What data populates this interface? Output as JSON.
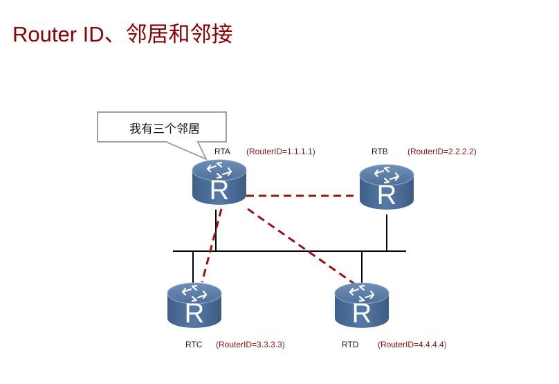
{
  "page": {
    "title": "Router ID、邻居和邻接",
    "title_color": "#8b0000"
  },
  "callout": {
    "text": "我有三个邻居",
    "points_to": "RTA"
  },
  "routers": [
    {
      "name": "RTA",
      "router_id_label": "(RouterID=1.1.1.1",
      "router_id_close": ")",
      "router_id": "1.1.1.1",
      "icon": "router-icon"
    },
    {
      "name": "RTB",
      "router_id_label": "(RouterID=2.2.2.2",
      "router_id_close": ")",
      "router_id": "2.2.2.2",
      "icon": "router-icon"
    },
    {
      "name": "RTC",
      "router_id_label": "(RouterID=3.3.3.3",
      "router_id_close": ")",
      "router_id": "3.3.3.3",
      "icon": "router-icon"
    },
    {
      "name": "RTD",
      "router_id_label": "(RouterID=4.4.4.4",
      "router_id_close": ")",
      "router_id": "4.4.4.4",
      "icon": "router-icon"
    }
  ],
  "router_glyph": "R",
  "links": {
    "physical": [
      {
        "from": "RTA",
        "to": "shared-segment"
      },
      {
        "from": "RTB",
        "to": "shared-segment"
      },
      {
        "from": "RTC",
        "to": "shared-segment"
      },
      {
        "from": "RTD",
        "to": "shared-segment"
      }
    ],
    "neighbor": [
      {
        "from": "RTA",
        "to": "RTB",
        "style": "dashed"
      },
      {
        "from": "RTA",
        "to": "RTC",
        "style": "dashed"
      },
      {
        "from": "RTA",
        "to": "RTD",
        "style": "dashed"
      }
    ]
  },
  "colors": {
    "neighbor_line": "#9b1010",
    "segment_line": "#000000",
    "router_body": "#4b6c96",
    "router_top": "#5a7ea9",
    "callout_border": "#a0a0a0"
  }
}
